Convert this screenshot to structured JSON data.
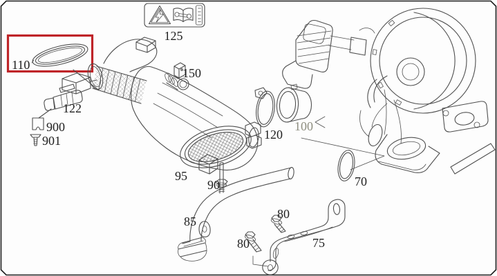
{
  "diagram": {
    "type": "exploded-parts-diagram",
    "subject": "air intake duct and turbocharger assembly",
    "colors": {
      "background": "#fdfdfd",
      "line": "#4e4e4e",
      "highlight_box": "#bf2428",
      "label": "#1f1f1f",
      "muted_label": "#8e8e80"
    },
    "highlighted_part": "110",
    "warning_plate": {
      "label": "125",
      "icons": [
        {
          "name": "high-voltage-triangle-icon"
        },
        {
          "name": "service-manual-wrench-icon"
        },
        {
          "name": "fine-print-text-strip"
        }
      ]
    },
    "parts": [
      {
        "label": "110",
        "name": "sealing-ring",
        "highlighted": true
      },
      {
        "label": "125",
        "name": "warning-label"
      },
      {
        "label": "122",
        "name": "air-mass-sensor"
      },
      {
        "label": "900",
        "name": "retaining-clip"
      },
      {
        "label": "901",
        "name": "screw"
      },
      {
        "label": "150",
        "name": "pressure-sensor"
      },
      {
        "label": "120",
        "name": "hose-clamp"
      },
      {
        "label": "100",
        "name": "connector-sleeve",
        "muted": true
      },
      {
        "label": "95",
        "name": "duct-bracket"
      },
      {
        "label": "90",
        "name": "stud-bolt"
      },
      {
        "label": "85",
        "name": "charge-air-pipe"
      },
      {
        "label": "80",
        "name": "bolt-upper"
      },
      {
        "label": "80",
        "name": "bolt-lower"
      },
      {
        "label": "75",
        "name": "support-bracket"
      },
      {
        "label": "70",
        "name": "o-ring-seal"
      }
    ]
  }
}
